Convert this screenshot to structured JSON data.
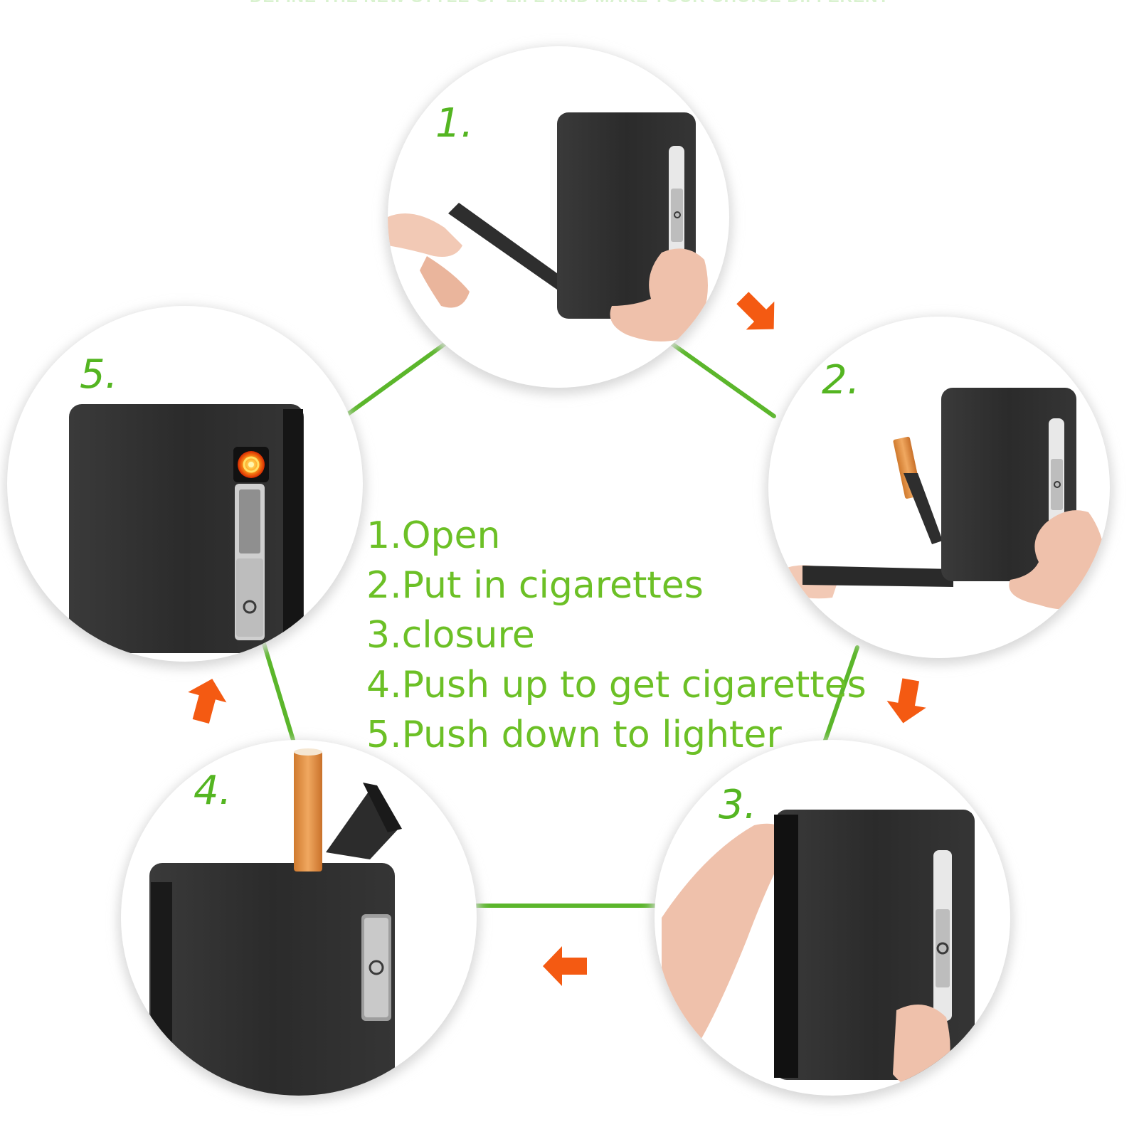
{
  "banner": "DEFINE THE NEW STYLE OF LIFE AND MAKE YOUR CHOICE DIFFERENT",
  "steps": [
    "1.Open",
    "2.Put in cigarettes",
    "3.closure",
    "4.Push up to get cigarettes",
    "5.Push down to lighter"
  ],
  "panel_numbers": [
    "1.",
    "2.",
    "3.",
    "4.",
    "5."
  ],
  "colors": {
    "green_text": "#6cc026",
    "green_line": "#5bb62b",
    "arrow": "#f45a12",
    "case_black": "#2a2a2a"
  },
  "icons": [
    "power-icon",
    "flame-coil-icon",
    "arrow-icon"
  ]
}
